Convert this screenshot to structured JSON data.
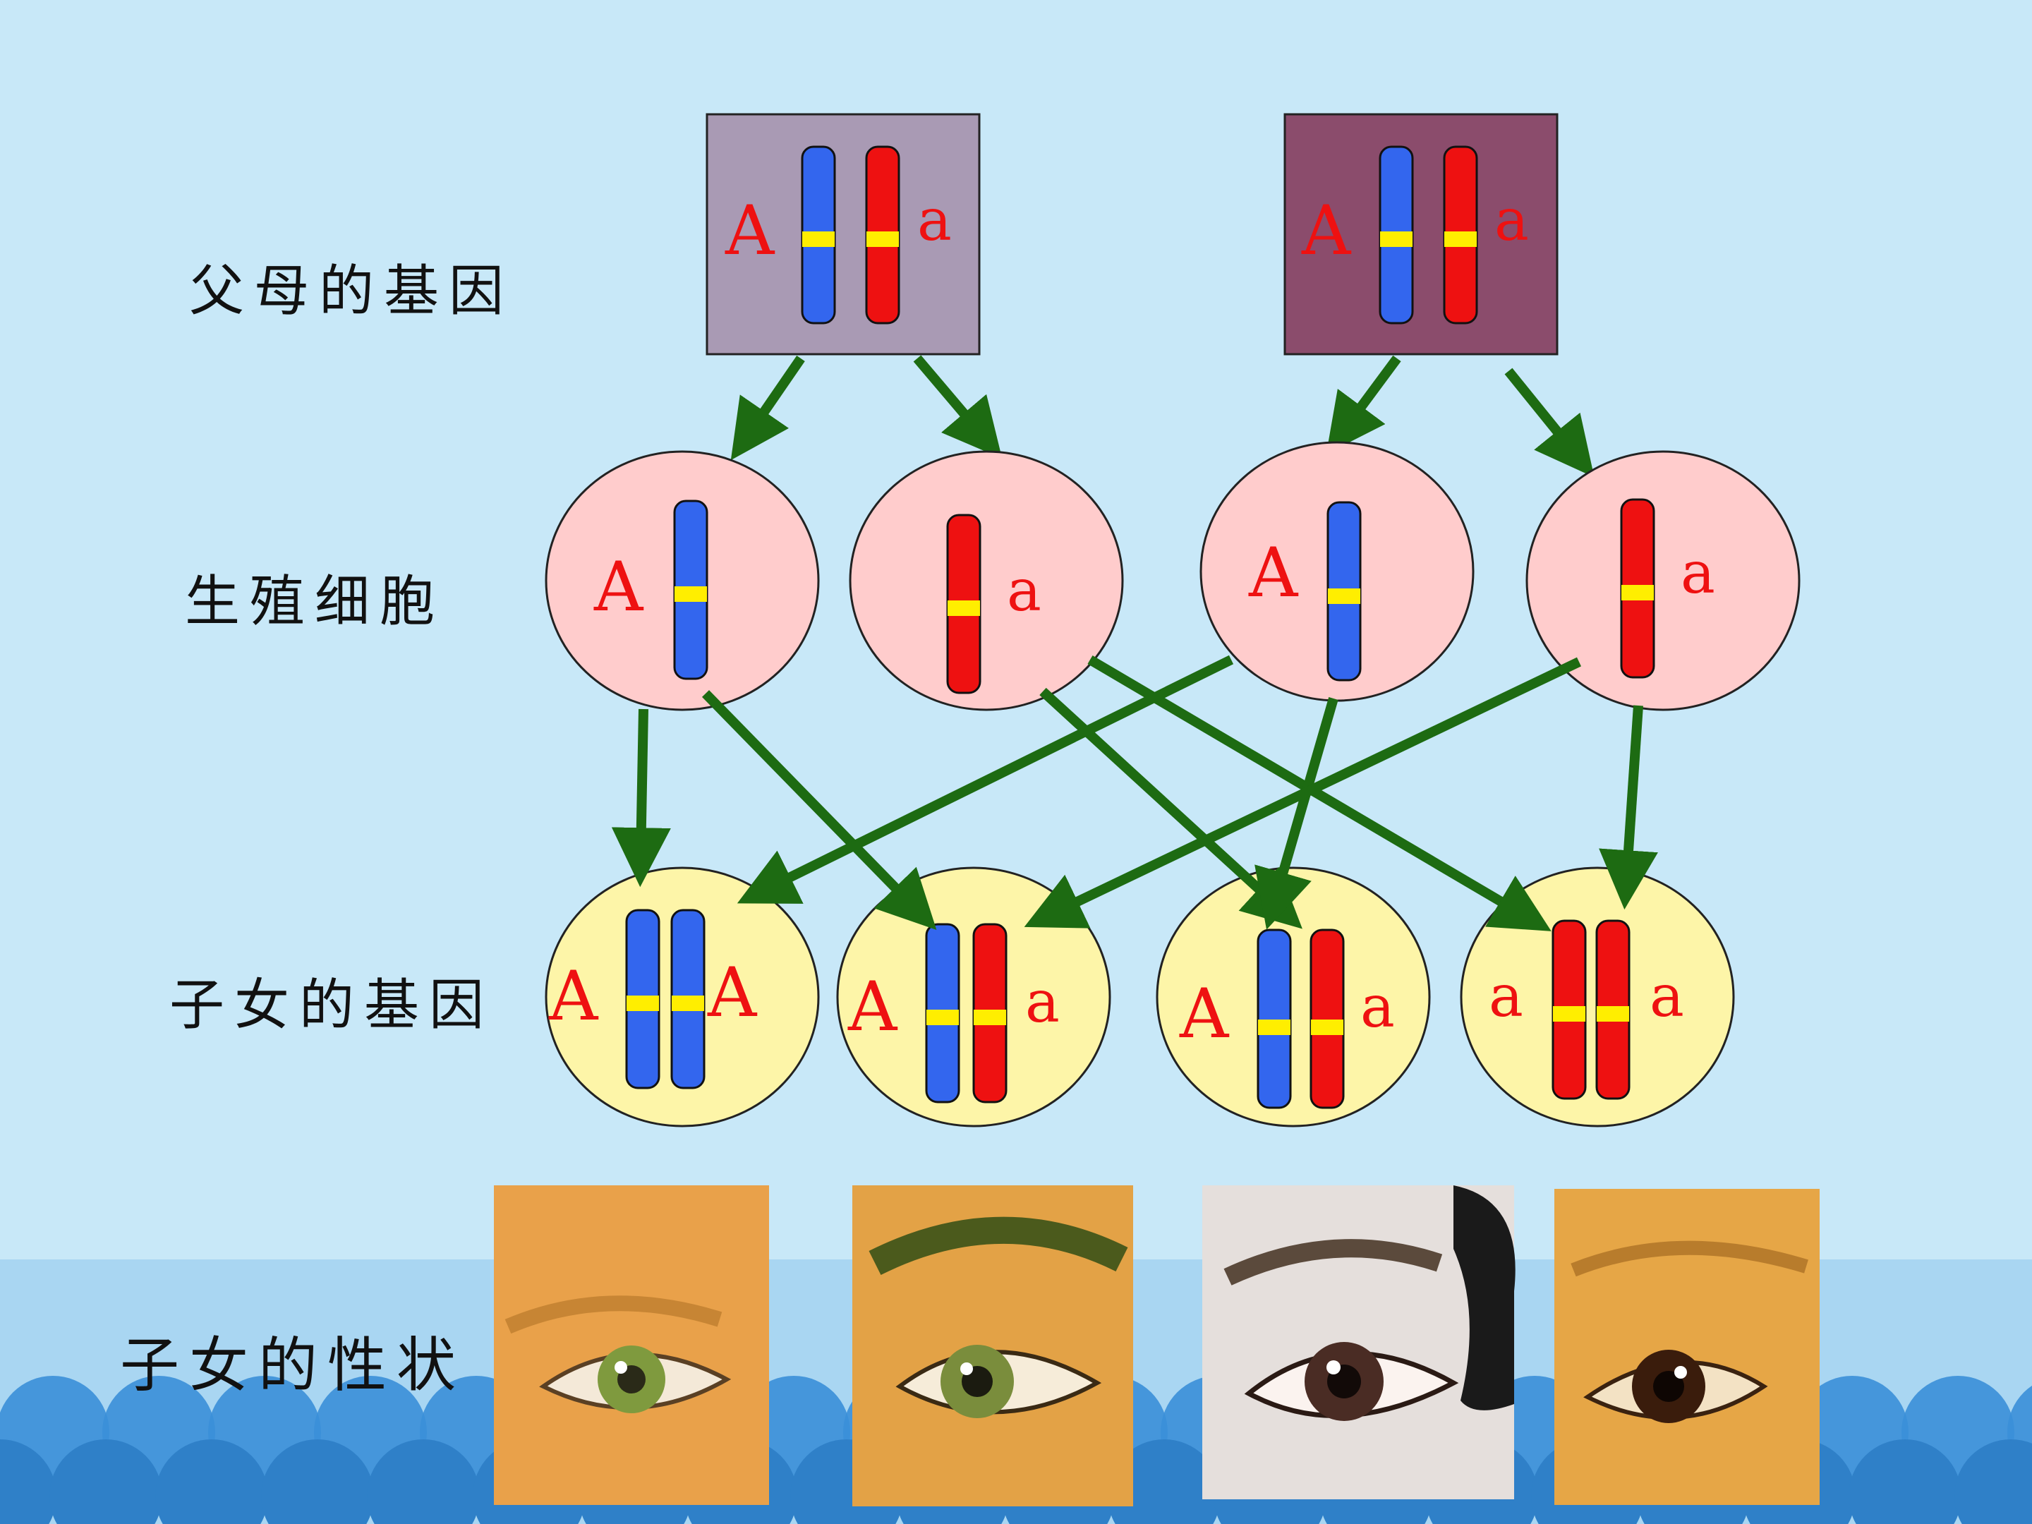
{
  "labels": {
    "parents": "父母的基因",
    "gametes": "生殖细胞",
    "offspring": "子女的基因",
    "traits": "子女的性状"
  },
  "alleles": {
    "dominant": "A",
    "recessive": "a"
  },
  "parents": [
    {
      "left": "A",
      "right": "a",
      "color": "#a99ab4"
    },
    {
      "left": "A",
      "right": "a",
      "color": "#8b4c6c"
    }
  ],
  "gametes": [
    "A",
    "a",
    "A",
    "a"
  ],
  "offspring": [
    {
      "left": "A",
      "right": "A"
    },
    {
      "left": "A",
      "right": "a"
    },
    {
      "left": "A",
      "right": "a"
    },
    {
      "left": "a",
      "right": "a"
    }
  ],
  "traits": [
    "green-eye",
    "green-eye",
    "brown-eye",
    "brown-eye"
  ],
  "colors": {
    "background": "#c8e8f8",
    "gamete_cell": "#ffcccc",
    "offspring_cell": "#fdf5a8",
    "arrow": "#1d6b12",
    "dominant_chromosome": "#3366ee",
    "recessive_chromosome": "#ee1111",
    "gene_band": "#ffee00",
    "wave": "#3a8fd8"
  }
}
